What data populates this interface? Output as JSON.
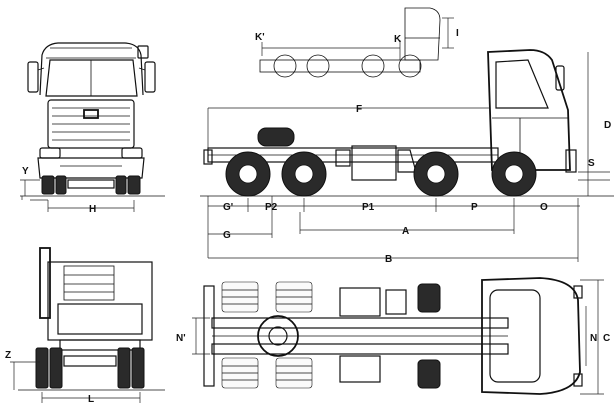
{
  "labels": {
    "K_prime": "K'",
    "K": "K",
    "I": "I",
    "F": "F",
    "D": "D",
    "S": "S",
    "Y": "Y",
    "H": "H",
    "G_prime": "G'",
    "P2": "P2",
    "P1": "P1",
    "P": "P",
    "O": "O",
    "G": "G",
    "A": "A",
    "B": "B",
    "Z": "Z",
    "L": "L",
    "N_prime": "N'",
    "N": "N",
    "C": "C"
  },
  "colors": {
    "ink": "#111111",
    "background": "#ffffff"
  }
}
